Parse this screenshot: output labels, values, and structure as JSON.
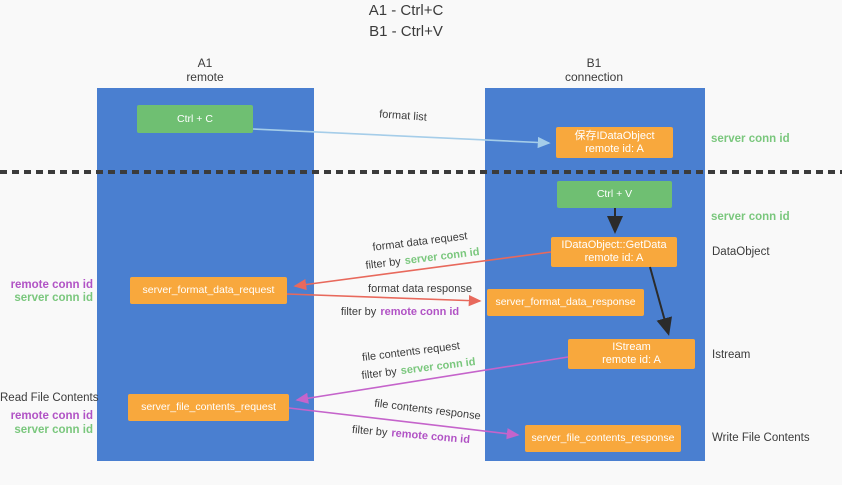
{
  "title": {
    "line1": "A1 - Ctrl+C",
    "line2": "B1 - Ctrl+V"
  },
  "columns": {
    "a1": {
      "id": "A1",
      "role": "remote"
    },
    "b1": {
      "id": "B1",
      "role": "connection"
    }
  },
  "nodes": {
    "ctrl_c": {
      "label": "Ctrl + C"
    },
    "save_dataobject": {
      "title": "保存IDataObject",
      "subtitle": "remote id: A"
    },
    "ctrl_v": {
      "label": "Ctrl + V"
    },
    "getdata": {
      "title": "IDataObject::GetData",
      "subtitle": "remote id: A"
    },
    "format_request": {
      "label": "server_format_data_request"
    },
    "format_response": {
      "label": "server_format_data_response"
    },
    "istream": {
      "title": "IStream",
      "subtitle": "remote id: A"
    },
    "file_request": {
      "label": "server_file_contents_request"
    },
    "file_response": {
      "label": "server_file_contents_response"
    }
  },
  "labels": {
    "format_list": "format list",
    "format_data_request": "format data request",
    "format_data_response": "format data response",
    "file_contents_request": "file contents request",
    "file_contents_response": "file contents response",
    "filter_by": "filter by",
    "server_conn_id": "server conn id",
    "remote_conn_id": "remote conn id",
    "dataobject": "DataObject",
    "istream": "Istream",
    "read_file_contents": "Read File Contents",
    "write_file_contents": "Write File Contents"
  },
  "arrows": [
    {
      "from": "ctrl_c",
      "to": "save_dataobject",
      "label": "format list",
      "color": "light-blue"
    },
    {
      "from": "ctrl_v",
      "to": "getdata",
      "color": "black"
    },
    {
      "from": "getdata",
      "to": "istream",
      "color": "black"
    },
    {
      "from": "getdata",
      "to": "format_request",
      "label": "format data request, filter by server conn id",
      "color": "red"
    },
    {
      "from": "format_request",
      "to": "format_response",
      "label": "format data response, filter by remote conn id",
      "color": "red"
    },
    {
      "from": "istream",
      "to": "file_request",
      "label": "file contents request, filter by server conn id",
      "color": "purple"
    },
    {
      "from": "file_request",
      "to": "file_response",
      "label": "file contents response, filter by remote conn id",
      "color": "purple"
    }
  ],
  "colors": {
    "background": "#f9f9f9",
    "column_blue": "#4a7fd0",
    "node_green": "#6fbf72",
    "node_orange": "#f8a83d",
    "arrow_red": "#e8695c",
    "arrow_purple": "#c564cb",
    "arrow_light_blue": "#a5cde9",
    "arrow_black": "#2b2b2b",
    "label_green": "#7ac77d",
    "label_purple": "#b153c5",
    "text_dark": "#3b3b3b"
  }
}
